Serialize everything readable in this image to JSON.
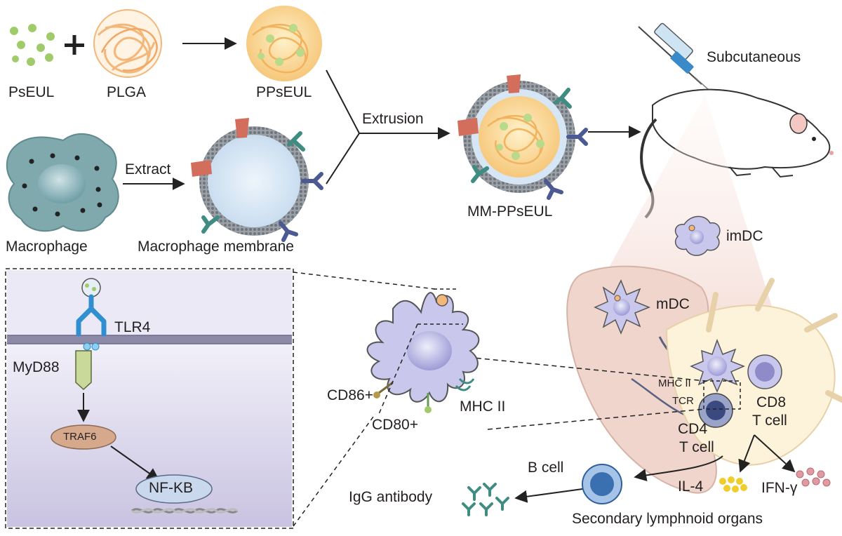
{
  "labels": {
    "pseul": "PsEUL",
    "plga": "PLGA",
    "ppseul": "PPsEUL",
    "extrusion": "Extrusion",
    "extract": "Extract",
    "macrophage": "Macrophage",
    "macrophage_membrane": "Macrophage membrane",
    "mm_ppseul": "MM-PPsEUL",
    "subcutaneous": "Subcutaneous",
    "imdc": "imDC",
    "mdc": "mDC",
    "tlr4": "TLR4",
    "myd88": "MyD88",
    "traf6": "TRAF6",
    "nfkb": "NF-KB",
    "cd86": "CD86+",
    "cd80": "CD80+",
    "mhc2_main": "MHC II",
    "mhc2_small": "MHC II",
    "tcr": "TCR",
    "cd8_line1": "CD8",
    "cd8_line2": "T cell",
    "cd4_line1": "CD4",
    "cd4_line2": "T cell",
    "b_cell": "B cell",
    "igg": "IgG antibody",
    "il4": "IL-4",
    "ifn": "IFN-γ",
    "secondary": "Secondary lymphnoid organs"
  },
  "colors": {
    "np_green": "#9fcb6a",
    "plga_orange": "#f3b77a",
    "macrophage_teal": "#7fa9ad",
    "membrane_gray": "#8d9298",
    "core_blue": "#d6e6f4",
    "receptor_red": "#d36e5c",
    "receptor_teal": "#3f8c82",
    "receptor_navy": "#4b5a93",
    "cell_lavender": "#c9c8ec",
    "panel_lavender": "#e4e0f2",
    "organ_pink": "#efd5cc",
    "node_yellow": "#fdf2da",
    "il4_yellow": "#f0cd2a",
    "ifn_red": "#e09aa2"
  }
}
